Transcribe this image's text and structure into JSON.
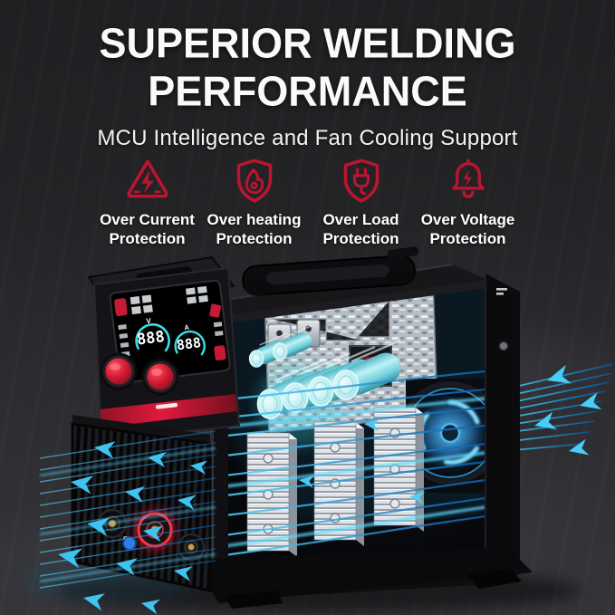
{
  "header": {
    "title_line1": "SUPERIOR WELDING",
    "title_line2": "PERFORMANCE",
    "subtitle": "MCU Intelligence and Fan Cooling Support"
  },
  "features": [
    {
      "icon": "over-current-icon",
      "line1": "Over Current",
      "line2": "Protection"
    },
    {
      "icon": "over-heating-icon",
      "line1": "Over heating",
      "line2": "Protection"
    },
    {
      "icon": "over-load-icon",
      "line1": "Over Load",
      "line2": "Protection"
    },
    {
      "icon": "over-voltage-icon",
      "line1": "Over Voltage",
      "line2": "Protection"
    }
  ],
  "machine": {
    "display": {
      "volts": "888",
      "volts_unit": "V",
      "amps": "888",
      "amps_unit": "A"
    }
  },
  "colors": {
    "accent_red": "#bd142f",
    "airflow_cyan": "#3fc8f5",
    "capacitor_teal": "#8fe0e6",
    "fan_blue": "#2e9df5",
    "display_arc": "#35e0e8"
  }
}
